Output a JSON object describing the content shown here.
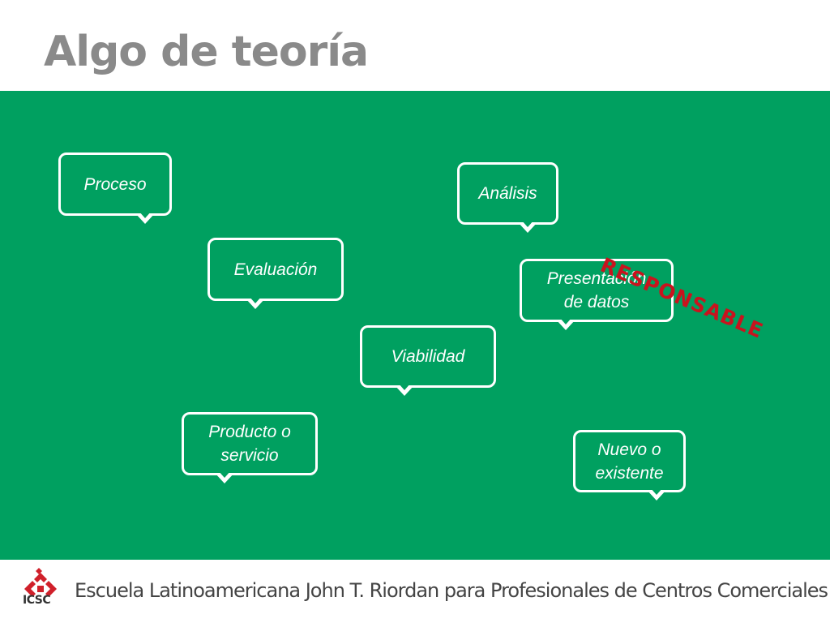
{
  "slide": {
    "title": "Algo de teoría"
  },
  "bubbles": [
    {
      "id": "proceso",
      "label": "Proceso"
    },
    {
      "id": "analisis",
      "label": "Análisis"
    },
    {
      "id": "evaluacion",
      "label": "Evaluación"
    },
    {
      "id": "presentacion",
      "label": "Presentación\nde datos"
    },
    {
      "id": "viabilidad",
      "label": "Viabilidad"
    },
    {
      "id": "producto",
      "label": "Producto o\nservicio"
    },
    {
      "id": "nuevo",
      "label": "Nuevo o\nexistente"
    }
  ],
  "stamp": {
    "text": "RESPONSABLE",
    "color": "#c8141e"
  },
  "footer": {
    "logo_text": "ICSC",
    "text": "Escuela Latinoamericana John T. Riordan para Profesionales de Centros Comerciales"
  },
  "colors": {
    "panel": "#00a060",
    "title": "#8a8a8a",
    "bubble_border": "#ffffff",
    "logo_red": "#d0202a"
  }
}
